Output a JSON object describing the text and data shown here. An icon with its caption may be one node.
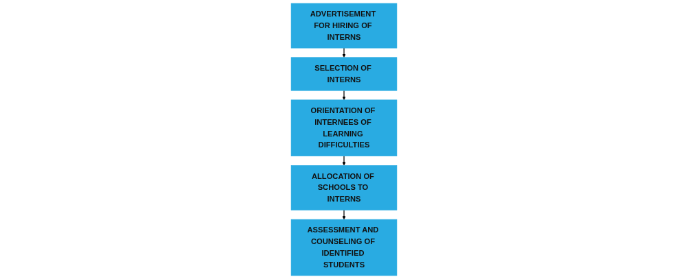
{
  "diagram": {
    "nodes": [
      {
        "text": [
          "ADVERTISEMENT FOR HIRING OF INTERNS"
        ]
      },
      {
        "text": [
          "SELECTION OF INTERNS"
        ]
      },
      {
        "text": [
          "ORIENTATION OF INTERNEES OF LEARNING DIFFICULTIES"
        ]
      },
      {
        "text": [
          "ALLOCATION OF SCHOOLS TO INTERNS"
        ]
      },
      {
        "text": [
          "ASSESSMENT AND COUNSELING OF IDENTIFIED STUDENTS"
        ]
      }
    ],
    "edges": [
      {
        "from": 0,
        "to": 1,
        "arrow": "to"
      },
      {
        "from": 1,
        "to": 2,
        "arrow": "to"
      },
      {
        "from": 2,
        "to": 3,
        "arrow": "to"
      },
      {
        "from": 3,
        "to": 4,
        "arrow": "to"
      }
    ]
  }
}
